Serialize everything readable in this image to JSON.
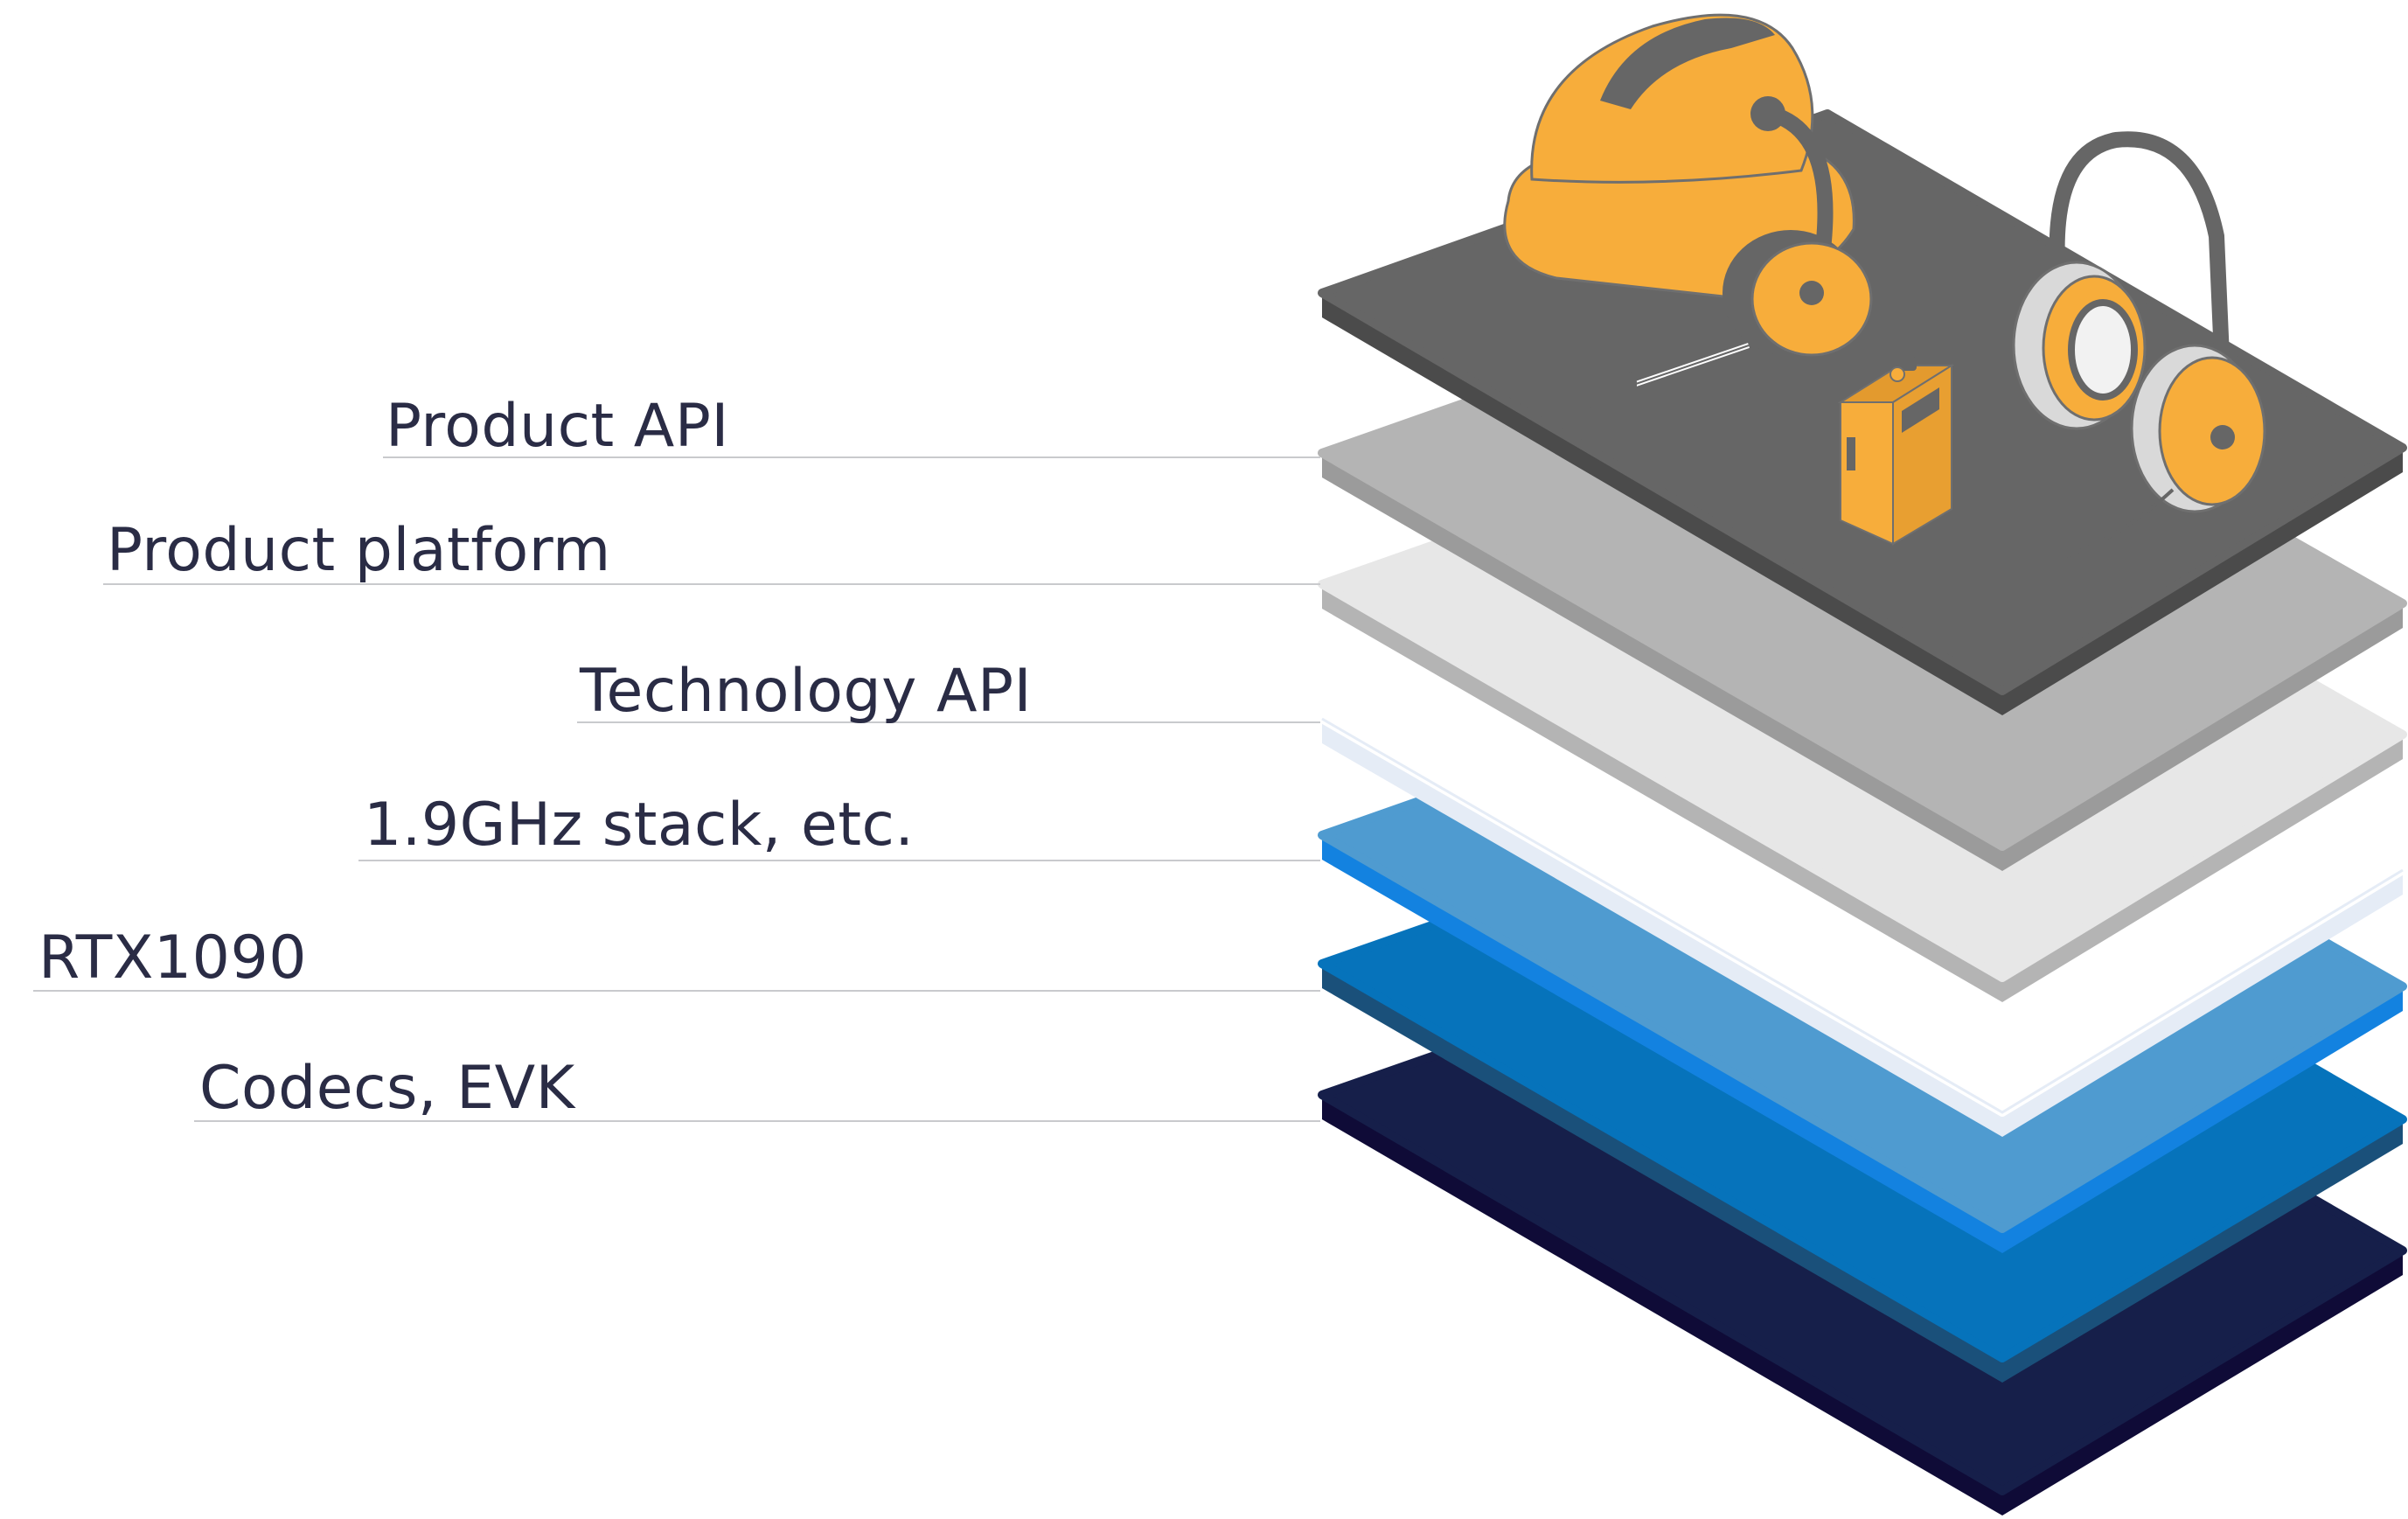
{
  "layers": [
    {
      "label": "Product API",
      "top": "#b4b4b4",
      "edge": "#9b9b9b"
    },
    {
      "label": "Product platform",
      "top": "#e7e7e7",
      "edge": "#b4b4b4"
    },
    {
      "label": "Technology API",
      "top": "#ffffff",
      "edge": "#e5ecf6"
    },
    {
      "label": "1.9GHz stack, etc.",
      "top": "#4f9bd0",
      "edge": "#1382e0"
    },
    {
      "label": "RTX1090",
      "top": "#0673bb",
      "edge": "#1a507a"
    },
    {
      "label": "Codecs, EVK",
      "top": "#161f4a",
      "edge": "#0f0b37"
    }
  ],
  "application_layer": {
    "top": "#666666",
    "edge": "#4b4b4b",
    "devices": [
      "hard-hat-headset",
      "belt-pack",
      "over-ear-headset"
    ]
  },
  "colors": {
    "label_text": "#2a2c45",
    "leader_line": "#c9cacd",
    "device_orange": "#f7ad3b",
    "device_grey": "#666666",
    "device_outline": "#6f6f6f"
  }
}
